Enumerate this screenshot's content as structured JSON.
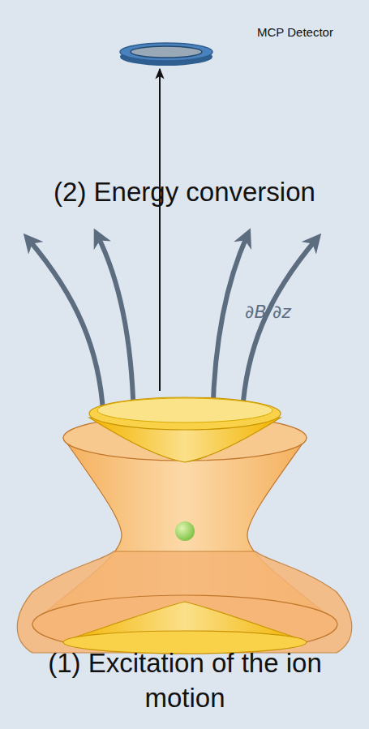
{
  "diagram": {
    "nodes": [
      {
        "text": [
          "MCP Detector"
        ]
      },
      {
        "text": [
          "(1) Excitation of the ion motion"
        ]
      }
    ],
    "edges": [
      {
        "from": 1,
        "to": 0,
        "arrow": "to",
        "label": "(2) Energy conversion"
      }
    ],
    "labels": [
      "∂B/∂z"
    ]
  }
}
